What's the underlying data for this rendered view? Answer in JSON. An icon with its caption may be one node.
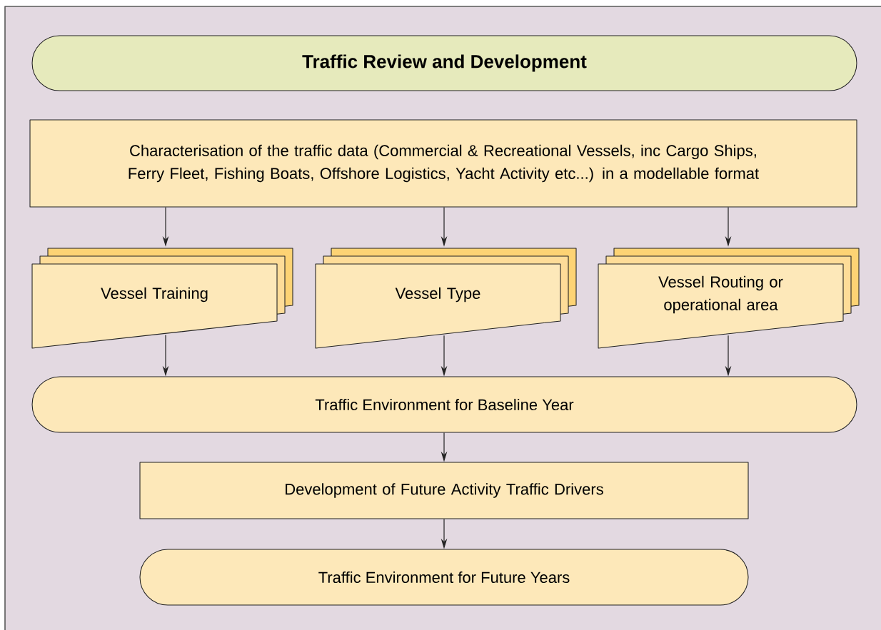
{
  "diagram": {
    "nodes": [
      {
        "text": [
          "Traffic Review and Development"
        ]
      },
      {
        "text": [
          "Characterisation of the traffic data (Commercial & Recreational Vessels, inc Cargo Ships, Ferry Fleet, Fishing Boats, Offshore Logistics, Yacht Activity etc...) in a modellable format"
        ]
      },
      {
        "text": [
          "Vessel Training"
        ]
      },
      {
        "text": [
          "Vessel Type"
        ]
      },
      {
        "text": [
          "Vessel Routing or operational area"
        ]
      },
      {
        "text": [
          "Traffic Environment for Baseline Year"
        ]
      },
      {
        "text": [
          "Development of Future Activity Traffic Drivers"
        ]
      },
      {
        "text": [
          "Traffic Environment for Future Years"
        ]
      }
    ],
    "edges": [
      {
        "from": 1,
        "to": 2,
        "arrow": "to"
      },
      {
        "from": 1,
        "to": 3,
        "arrow": "to"
      },
      {
        "from": 1,
        "to": 4,
        "arrow": "to"
      },
      {
        "from": 2,
        "to": 5,
        "arrow": "to"
      },
      {
        "from": 3,
        "to": 5,
        "arrow": "to"
      },
      {
        "from": 4,
        "to": 5,
        "arrow": "to"
      },
      {
        "from": 5,
        "to": 6,
        "arrow": "to"
      },
      {
        "from": 6,
        "to": 7,
        "arrow": "to"
      }
    ]
  }
}
